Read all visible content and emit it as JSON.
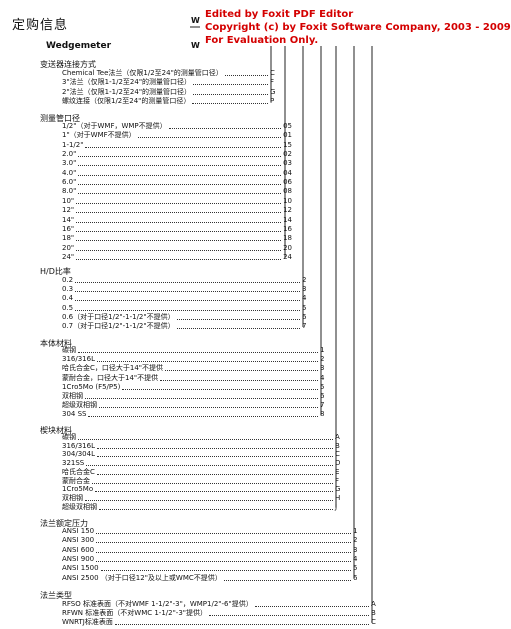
{
  "header": {
    "title": "定购信息",
    "subtitle": "Wedgemeter",
    "w1": "W",
    "w2": "W"
  },
  "watermark": {
    "line1": "Edited by Foxit PDF Editor",
    "line2": "Copyright (c) by Foxit Software Company, 2003 - 2009",
    "line3": "For Evaluation Only.",
    "color": "#d40000"
  },
  "sections": [
    {
      "title": "变送器连接方式",
      "items": [
        {
          "label": "Chemical Tee法兰（仅限1/2至24\"的测量管口径）",
          "code": "C"
        },
        {
          "label": "3\"法兰（仅限1-1/2至24\"的测量管口径）",
          "code": "F"
        },
        {
          "label": "2\"法兰（仅限1-1/2至24\"的测量管口径）",
          "code": "G"
        },
        {
          "label": "螺纹连接（仅限1/2至24\"的测量管口径）",
          "code": "P"
        }
      ]
    },
    {
      "title": "测量管口径",
      "items": [
        {
          "label": "1/2\"（对于WMF，WMP不提供）",
          "code": "05"
        },
        {
          "label": "1\"（对于WMF不提供）",
          "code": "01"
        },
        {
          "label": "1-1/2\"",
          "code": "15"
        },
        {
          "label": "2.0\"",
          "code": "02"
        },
        {
          "label": "3.0\"",
          "code": "03"
        },
        {
          "label": "4.0\"",
          "code": "04"
        },
        {
          "label": "6.0\"",
          "code": "06"
        },
        {
          "label": "8.0\"",
          "code": "08"
        },
        {
          "label": "10\"",
          "code": "10"
        },
        {
          "label": "12\"",
          "code": "12"
        },
        {
          "label": "14\"",
          "code": "14"
        },
        {
          "label": "16\"",
          "code": "16"
        },
        {
          "label": "18\"",
          "code": "18"
        },
        {
          "label": "20\"",
          "code": "20"
        },
        {
          "label": "24\"",
          "code": "24"
        }
      ]
    },
    {
      "title": "H/D比率",
      "items": [
        {
          "label": "0.2",
          "code": "2"
        },
        {
          "label": "0.3",
          "code": "3"
        },
        {
          "label": "0.4",
          "code": "4"
        },
        {
          "label": "0.5",
          "code": "5"
        },
        {
          "label": "0.6（对于口径1/2\"-1-1/2\"不提供）",
          "code": "6"
        },
        {
          "label": "0.7（对于口径1/2\"-1-1/2\"不提供）",
          "code": "7"
        }
      ]
    },
    {
      "title": "本体材料",
      "items": [
        {
          "label": "碳钢",
          "code": "1"
        },
        {
          "label": "316/316L",
          "code": "2"
        },
        {
          "label": "哈氏合金C，口径大于14\"不提供",
          "code": "3"
        },
        {
          "label": "蒙耐合金，口径大于14\"不提供",
          "code": "4"
        },
        {
          "label": "1Cro5Mo (F5/P5)",
          "code": "5"
        },
        {
          "label": "双相钢",
          "code": "6"
        },
        {
          "label": "超级双相钢",
          "code": "7"
        },
        {
          "label": "304 SS",
          "code": "8"
        }
      ]
    },
    {
      "title": "楔块材料",
      "items": [
        {
          "label": "碳钢",
          "code": "A"
        },
        {
          "label": "316/316L",
          "code": "B"
        },
        {
          "label": "304/304L",
          "code": "C"
        },
        {
          "label": "321SS",
          "code": "D"
        },
        {
          "label": "哈氏合金C",
          "code": "E"
        },
        {
          "label": "蒙耐合金",
          "code": "F"
        },
        {
          "label": "1Cro5Mo",
          "code": "G"
        },
        {
          "label": "双相钢",
          "code": "H"
        },
        {
          "label": "超级双相钢",
          "code": "J"
        }
      ]
    },
    {
      "title": "法兰额定压力",
      "items": [
        {
          "label": "ANSI 150",
          "code": "1"
        },
        {
          "label": "ANSI 300",
          "code": "2"
        },
        {
          "label": "ANSI 600",
          "code": "3"
        },
        {
          "label": "ANSI 900",
          "code": "4"
        },
        {
          "label": "ANSI 1500",
          "code": "5"
        },
        {
          "label": "ANSI 2500 （对于口径12\"及以上或WMC不提供）",
          "code": "6"
        }
      ]
    },
    {
      "title": "法兰类型",
      "items": [
        {
          "label": "RFSO 标准表面（不对WMF 1-1/2\"-3\"，WMP1/2\"-6\"提供）",
          "code": "A"
        },
        {
          "label": "RFWN 标准表面（不对WMC 1-1/2\"-3\"提供）",
          "code": "B"
        },
        {
          "label": "WNRTJ标准表面",
          "code": "C"
        }
      ]
    }
  ]
}
